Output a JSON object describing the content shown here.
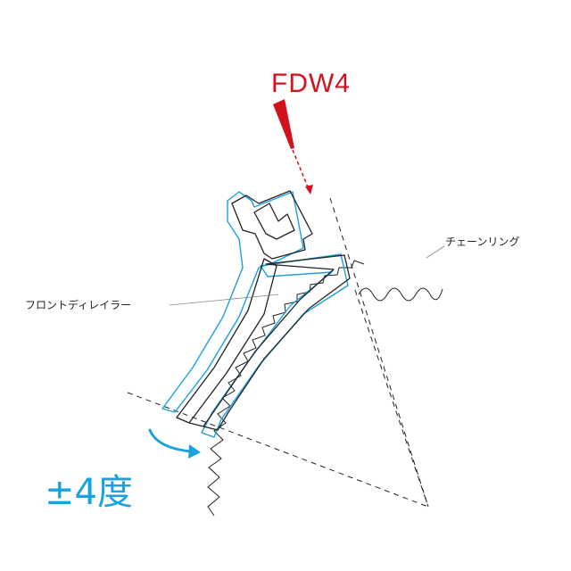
{
  "labels": {
    "model": "FDW4",
    "chainring": "チェーンリング",
    "derailleur": "フロントディレイラー",
    "angle": "±4度"
  },
  "colors": {
    "accent_red": "#d2121e",
    "accent_blue": "#1aa1e0",
    "line": "#222222"
  }
}
